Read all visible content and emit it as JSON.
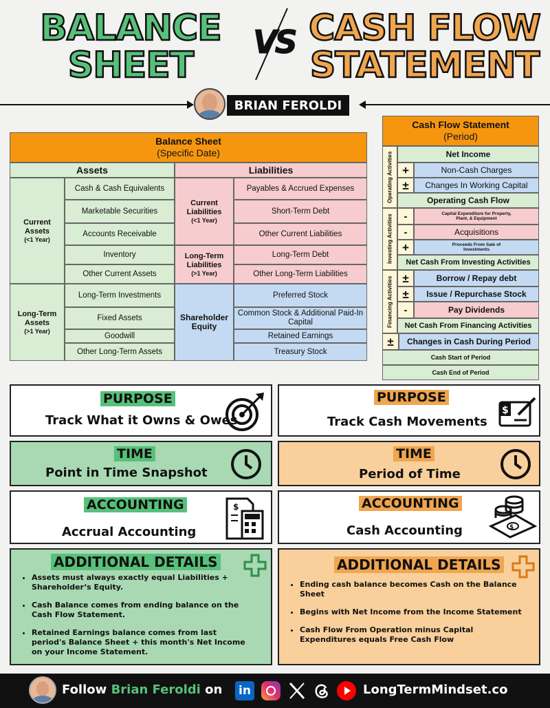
{
  "header": {
    "title_left_1": "BALANCE",
    "title_left_2": "SHEET",
    "vs": "VS",
    "title_right_1": "CASH FLOW",
    "title_right_2": "STATEMENT",
    "author": "BRIAN FEROLDI"
  },
  "balance_sheet": {
    "title": "Balance Sheet",
    "subtitle": "(Specific Date)",
    "assets_header": "Assets",
    "liabilities_header": "Liabilities",
    "current_assets": "Current Assets",
    "current_assets_sub": "(<1 Year)",
    "ca_items": [
      "Cash & Cash Equivalents",
      "Marketable Securities",
      "Accounts Receivable",
      "Inventory",
      "Other Current Assets"
    ],
    "lt_assets": "Long-Term Assets",
    "lt_assets_sub": "(>1 Year)",
    "lta_items": [
      "Long-Term Investments",
      "Fixed Assets",
      "Goodwill",
      "Other Long-Term Assets"
    ],
    "current_liab": "Current Liabilities",
    "current_liab_sub": "(<1 Year)",
    "cl_items": [
      "Payables & Accrued Expenses",
      "Short-Term Debt",
      "Other Current Liabilities"
    ],
    "lt_liab": "Long-Term Liabilities",
    "lt_liab_sub": "(>1 Year)",
    "ltl_items": [
      "Long-Term Debt",
      "Other Long-Term Liabilities"
    ],
    "equity": "Shareholder Equity",
    "eq_items": [
      "Preferred Stock",
      "Common Stock & Additional Paid-In Capital",
      "Retained Earnings",
      "Treasury Stock"
    ]
  },
  "cash_flow": {
    "title": "Cash Flow Statement",
    "subtitle": "(Period)",
    "operating_label": "Operating Activities",
    "net_income": "Net Income",
    "op_items": [
      {
        "sign": "+",
        "label": "Non-Cash Charges"
      },
      {
        "sign": "±",
        "label": "Changes In Working Capital"
      }
    ],
    "op_total": "Operating Cash Flow",
    "investing_label": "Investing Activities",
    "inv_items": [
      {
        "sign": "-",
        "label": "Capital Expenditure for Property, Plant, & Equipment"
      },
      {
        "sign": "-",
        "label": "Acquisitions"
      },
      {
        "sign": "+",
        "label": "Proceeds From Sale of Investments"
      }
    ],
    "inv_total": "Net Cash From Investing Activities",
    "financing_label": "Financing Activities",
    "fin_items": [
      {
        "sign": "±",
        "label": "Borrow / Repay debt"
      },
      {
        "sign": "±",
        "label": "Issue / Repurchase Stock"
      },
      {
        "sign": "-",
        "label": "Pay Dividends"
      }
    ],
    "fin_total": "Net Cash From Financing Activities",
    "change_sign": "±",
    "change": "Changes in Cash During Period",
    "start": "Cash Start of Period",
    "end": "Cash End of Period"
  },
  "comparison": {
    "left": [
      {
        "heading": "PURPOSE",
        "text": "Track What it Owns & Owes"
      },
      {
        "heading": "TIME",
        "text": "Point in Time Snapshot"
      },
      {
        "heading": "ACCOUNTING",
        "text": "Accrual Accounting"
      }
    ],
    "right": [
      {
        "heading": "PURPOSE",
        "text": "Track Cash Movements"
      },
      {
        "heading": "TIME",
        "text": "Period of Time"
      },
      {
        "heading": "ACCOUNTING",
        "text": "Cash Accounting"
      }
    ]
  },
  "details": {
    "left_heading": "ADDITIONAL DETAILS",
    "left": [
      "Assets must always exactly equal Liabilities + Shareholder‘s Equity.",
      "Cash Balance comes from ending balance on the Cash Flow Statement.",
      "Retained Earnings balance comes from last period's Balance Sheet + this month's Net Income on your Income Statement."
    ],
    "right_heading": "ADDITIONAL DETAILS",
    "right": [
      "Ending cash balance becomes Cash on the Balance Sheet",
      "Begins with Net Income from the Income Statement",
      "Cash Flow From Operation minus Capital Expenditures equals Free Cash Flow"
    ]
  },
  "footer": {
    "follow": "Follow",
    "name": "Brian Feroldi",
    "on": "on",
    "site": "LongTermMindset.co"
  },
  "colors": {
    "green": "#57c07a",
    "orange": "#f0a54f",
    "bs_orange": "#f6960f"
  }
}
